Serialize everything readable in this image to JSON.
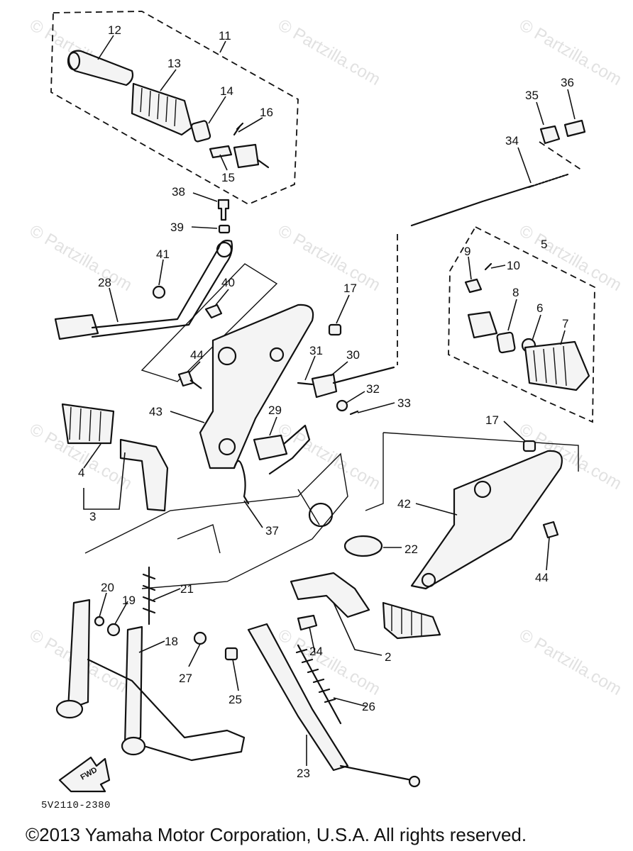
{
  "diagram": {
    "reference_code": "5V2110-2380",
    "copyright": "©2013  Yamaha Motor Corporation, U.S.A. All rights reserved.",
    "watermark": "© Partzilla.com",
    "fwd_label": "FWD",
    "callouts": [
      "12",
      "11",
      "13",
      "14",
      "16",
      "15",
      "38",
      "39",
      "41",
      "28",
      "40",
      "44",
      "43",
      "4",
      "3",
      "17",
      "31",
      "30",
      "32",
      "33",
      "29",
      "37",
      "36",
      "35",
      "34",
      "5",
      "9",
      "10",
      "8",
      "6",
      "7",
      "17",
      "42",
      "22",
      "44",
      "20",
      "19",
      "21",
      "18",
      "27",
      "25",
      "24",
      "26",
      "2",
      "23"
    ]
  }
}
